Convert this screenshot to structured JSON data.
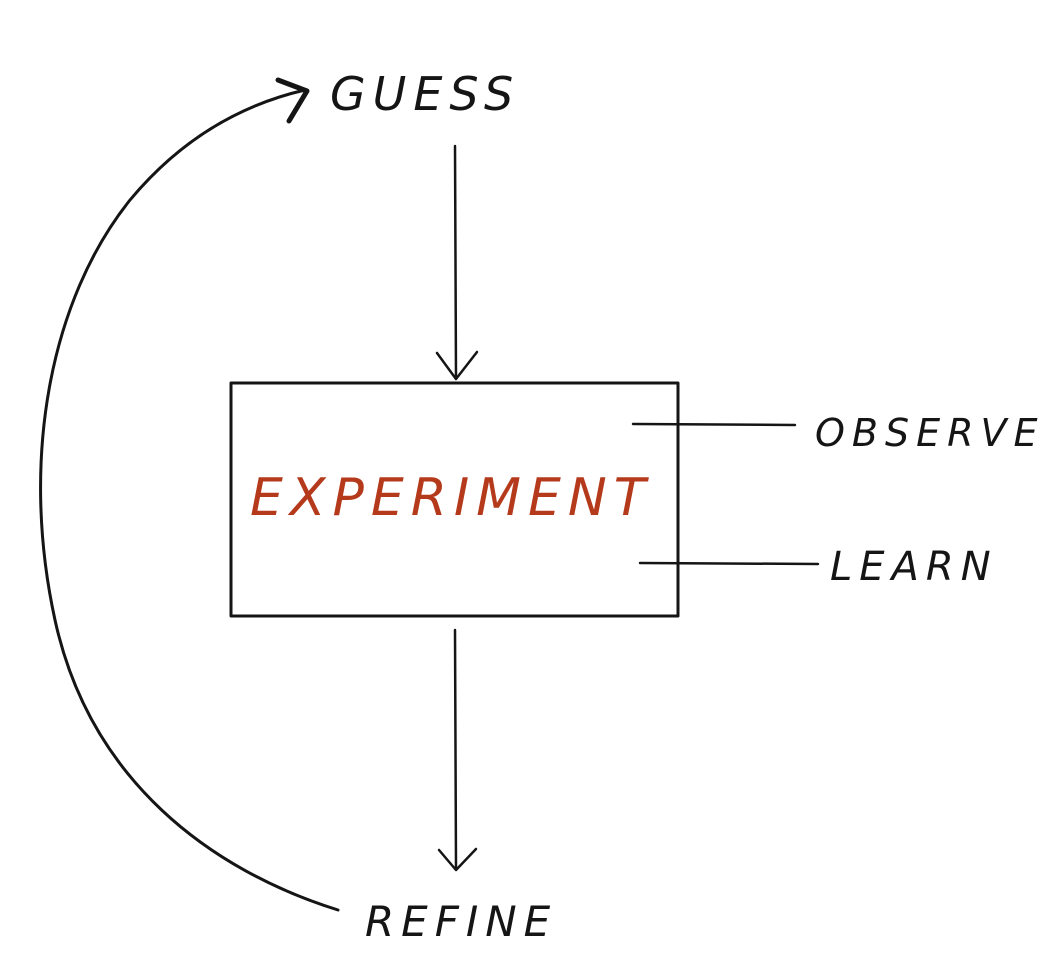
{
  "diagram": {
    "nodes": {
      "guess": {
        "label": "GUESS"
      },
      "experiment": {
        "label": "EXPERIMENT"
      },
      "observe": {
        "label": "OBSERVE"
      },
      "learn": {
        "label": "LEARN"
      },
      "refine": {
        "label": "REFINE"
      }
    },
    "edges": [
      {
        "from": "guess",
        "to": "experiment"
      },
      {
        "from": "experiment",
        "to": "refine"
      },
      {
        "from": "refine",
        "to": "guess"
      },
      {
        "from": "experiment",
        "to": "observe"
      },
      {
        "from": "experiment",
        "to": "learn"
      }
    ]
  },
  "colors": {
    "ink": "#151515",
    "accent": "#b53a1c",
    "background": "#ffffff"
  }
}
